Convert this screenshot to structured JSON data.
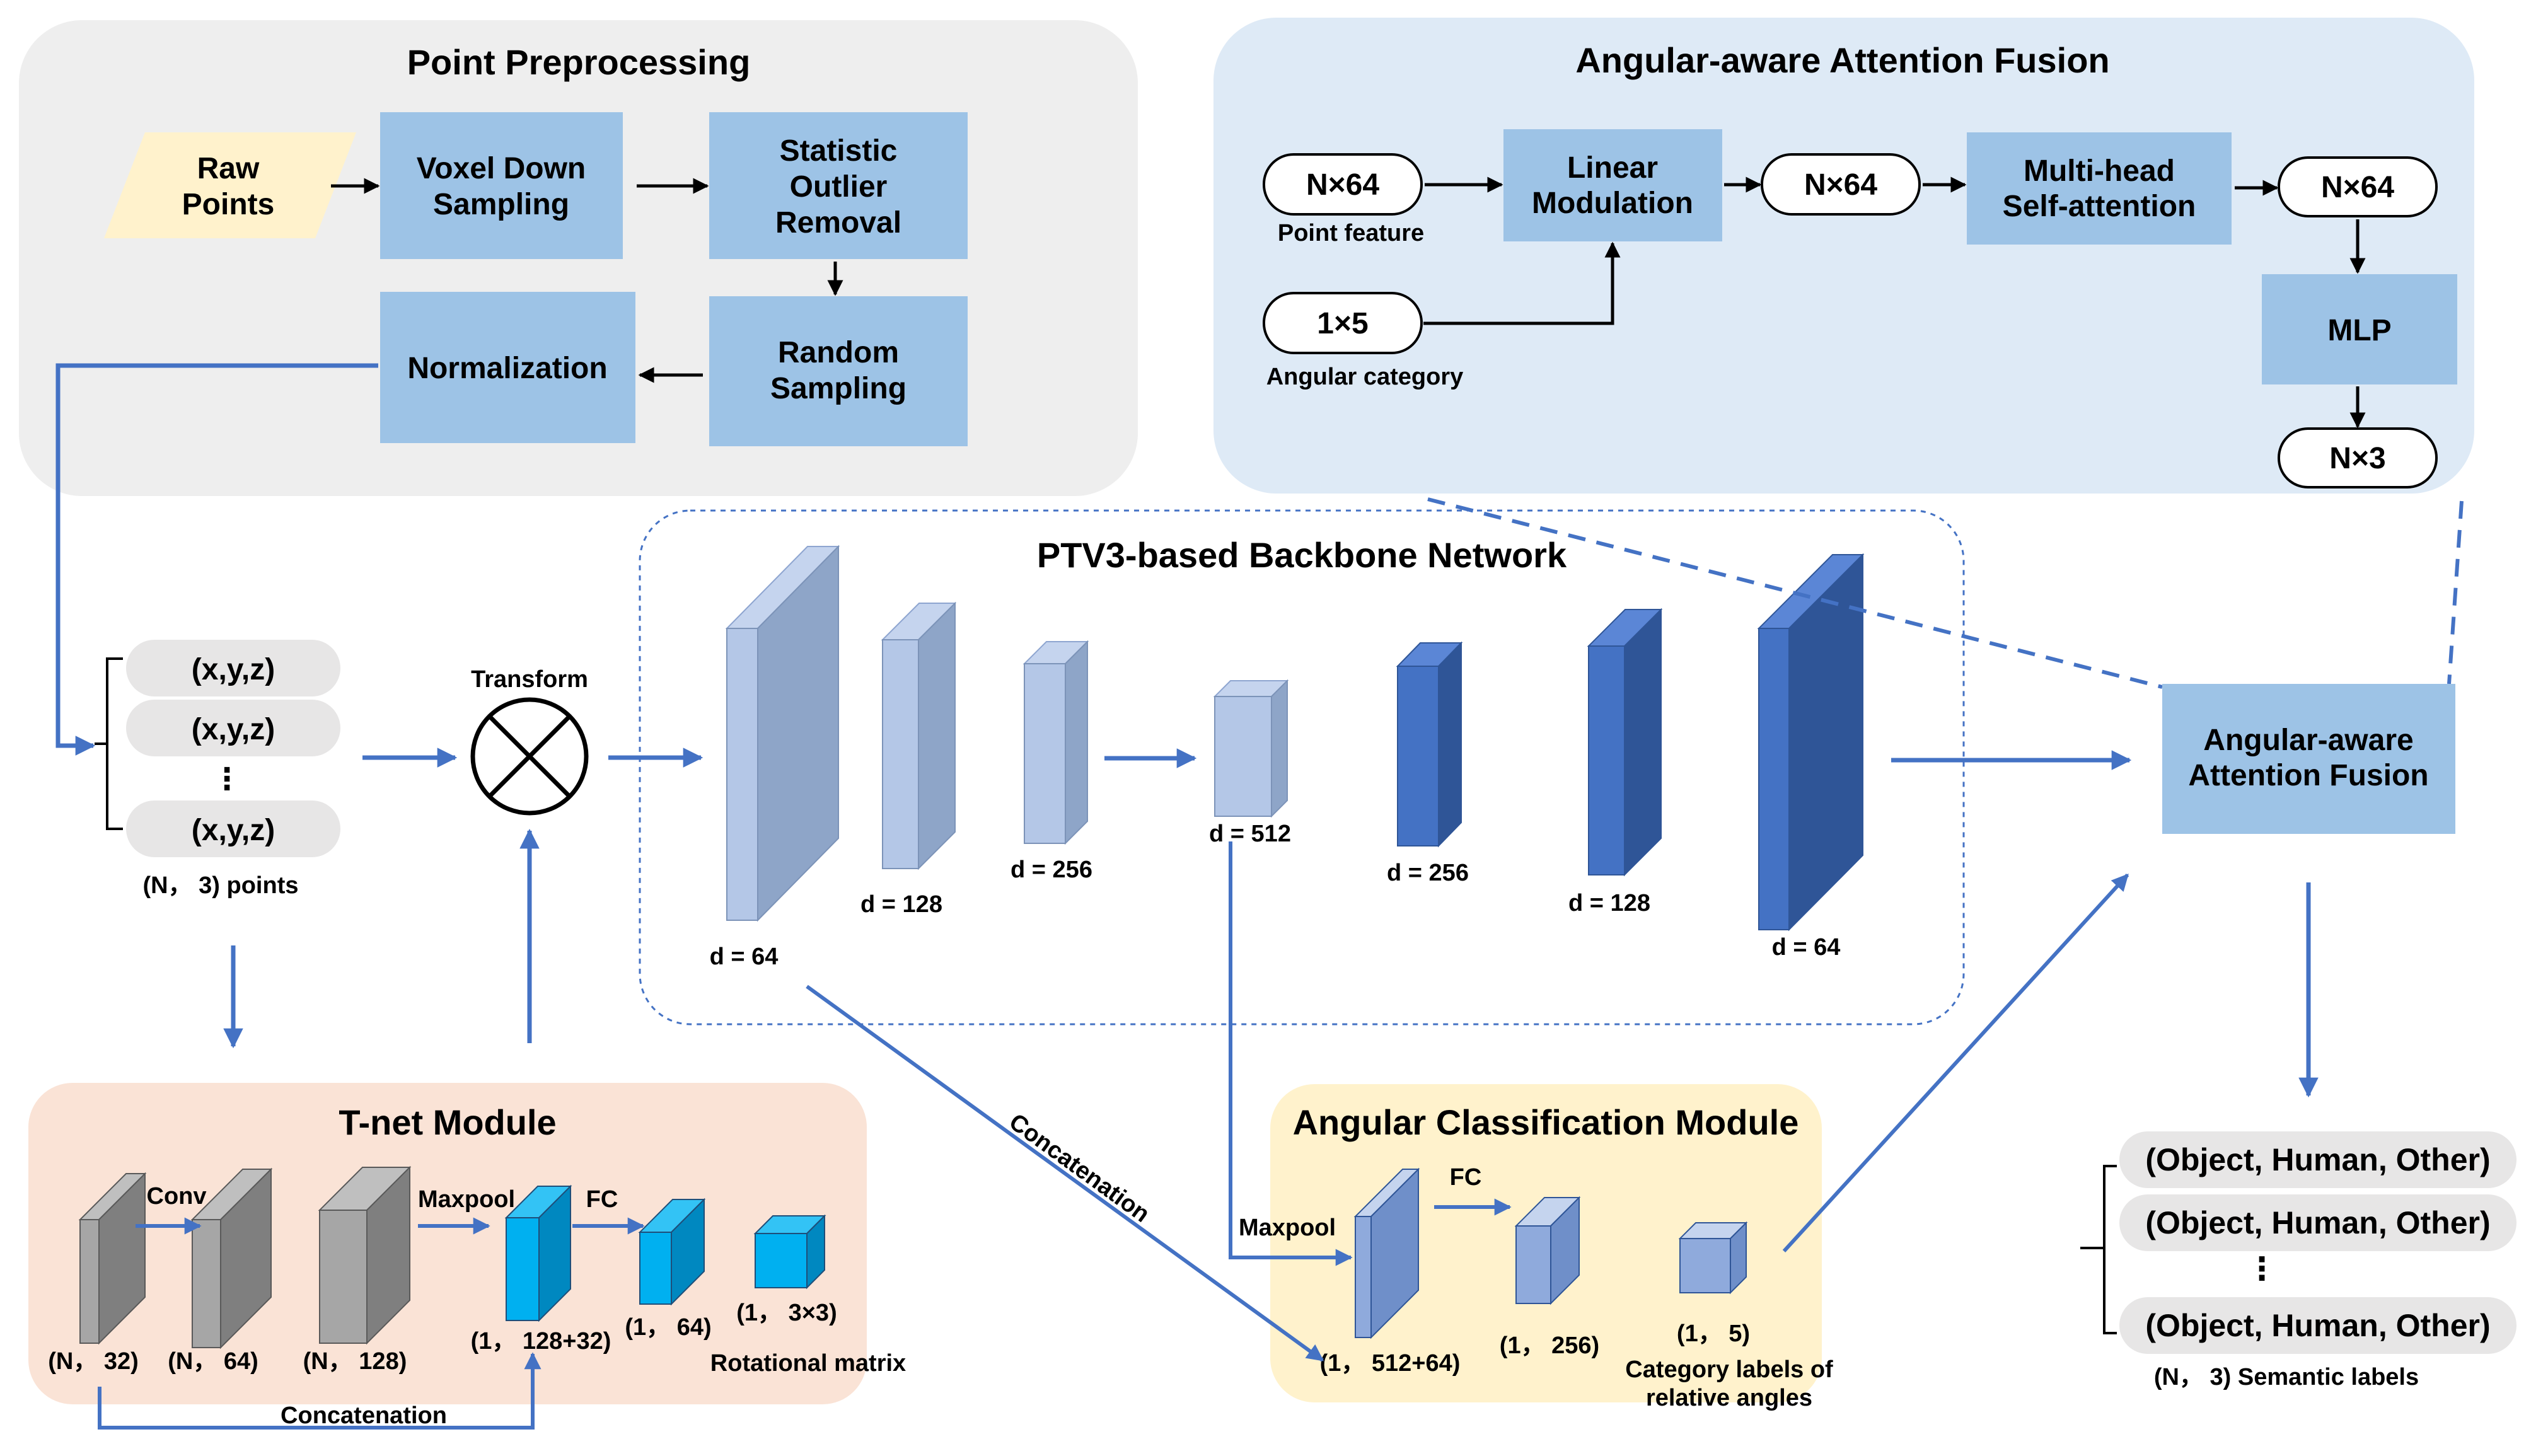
{
  "colors": {
    "panel_gray": "#eeeeee",
    "panel_blue": "#deeaf6",
    "panel_orange": "#fae3d6",
    "panel_yellow": "#fff2cc",
    "box_blue": "#9dc3e6",
    "raw_points": "#fff2cc",
    "arrow_blue": "#4472c4",
    "cube_light": "#b4c7e7",
    "cube_dark": "#4472c4",
    "cube_gray": "#a6a6a6",
    "cube_cyan": "#00b0f0"
  },
  "preprocess": {
    "title": "Point Preprocessing",
    "raw_points": [
      "Raw",
      "Points"
    ],
    "voxel": [
      "Voxel Down",
      "Sampling"
    ],
    "outlier": [
      "Statistic",
      "Outlier",
      "Removal"
    ],
    "random": [
      "Random",
      "Sampling"
    ],
    "normalization": "Normalization"
  },
  "fusion_panel": {
    "title": "Angular-aware Attention Fusion",
    "in_feat": "N×64",
    "in_feat_label": "Point feature",
    "in_cat": "1×5",
    "in_cat_label": "Angular category",
    "linear": [
      "Linear",
      "Modulation"
    ],
    "mid": "N×64",
    "mhsa": [
      "Multi-head",
      "Self-attention"
    ],
    "out1": "N×64",
    "mlp": "MLP",
    "out2": "N×3"
  },
  "input": {
    "rows": [
      "(x,y,z)",
      "(x,y,z)",
      "⋮",
      "(x,y,z)"
    ],
    "caption": "(N， 3) points"
  },
  "transform_label": "Transform",
  "backbone": {
    "title": "PTV3-based Backbone Network",
    "dims": [
      "d = 64",
      "d = 128",
      "d = 256",
      "d = 512",
      "d = 256",
      "d = 128",
      "d = 64"
    ]
  },
  "fusion_box": [
    "Angular-aware",
    "Attention Fusion"
  ],
  "tnet": {
    "title": "T-net Module",
    "conv": "Conv",
    "maxpool": "Maxpool",
    "fc": "FC",
    "labels": [
      "(N， 32)",
      "(N， 64)",
      "(N， 128)",
      "(1， 128+32)",
      "(1， 64)",
      "(1， 3×3)"
    ],
    "rot_label": "Rotational matrix",
    "concat": "Concatenation"
  },
  "concat_diag": "Concatenation",
  "acm": {
    "title": "Angular Classification Module",
    "maxpool": "Maxpool",
    "fc": "FC",
    "labels": [
      "(1， 512+64)",
      "(1， 256)",
      "(1， 5)"
    ],
    "cat_label": [
      "Category labels of",
      "relative angles"
    ]
  },
  "output": {
    "rows": [
      "(Object, Human, Other)",
      "(Object, Human, Other)",
      "⋮",
      "(Object, Human, Other)"
    ],
    "caption": "(N， 3) Semantic labels"
  }
}
